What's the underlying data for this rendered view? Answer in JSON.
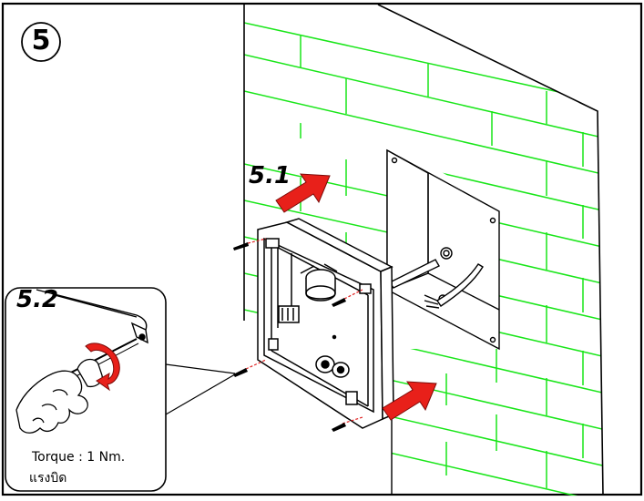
{
  "step_number": "5",
  "sub_steps": {
    "mount": "5.1",
    "tighten": "5.2"
  },
  "torque": {
    "label": "Torque : 1 Nm.",
    "label_thai": "แรงบิด"
  },
  "colors": {
    "outline": "#000000",
    "brick_mortar": "#19e619",
    "arrow": "#e8201a",
    "screw_guide": "#e02020"
  }
}
